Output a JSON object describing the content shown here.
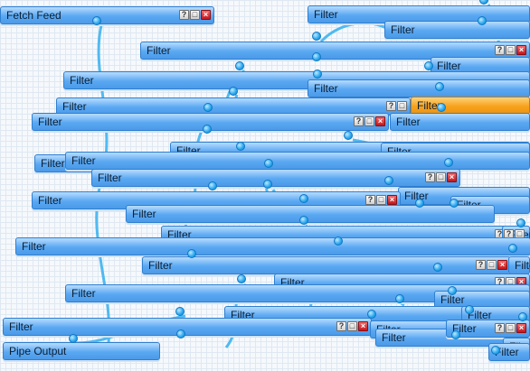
{
  "modules": [
    {
      "id": "fetch-feed",
      "title": "Fetch Feed",
      "controls": [
        "?",
        "□",
        "×"
      ],
      "selected": false
    },
    {
      "id": "filter-01",
      "title": "Filter",
      "controls": [],
      "selected": false
    },
    {
      "id": "filter-02",
      "title": "Filter",
      "controls": [],
      "selected": false
    },
    {
      "id": "filter-03",
      "title": "Filter",
      "controls": [
        "?",
        "□",
        "×"
      ],
      "selected": false
    },
    {
      "id": "filter-04",
      "title": "Filter",
      "controls": [],
      "selected": false
    },
    {
      "id": "filter-05",
      "title": "Filter",
      "controls": [],
      "selected": false
    },
    {
      "id": "filter-06",
      "title": "Filter",
      "controls": [],
      "selected": false
    },
    {
      "id": "filter-07",
      "title": "Filter",
      "controls": [
        "?",
        "□"
      ],
      "selected": false
    },
    {
      "id": "filter-08",
      "title": "Filter",
      "controls": [],
      "selected": true
    },
    {
      "id": "filter-09",
      "title": "Filter",
      "controls": [
        "?",
        "□",
        "×"
      ],
      "selected": false
    },
    {
      "id": "filter-10",
      "title": "Filter",
      "controls": [],
      "selected": false
    },
    {
      "id": "filter-11",
      "title": "Filter",
      "controls": [],
      "selected": false
    },
    {
      "id": "filter-12",
      "title": "Filter",
      "controls": [],
      "selected": false
    },
    {
      "id": "filter-13",
      "title": "Filter",
      "controls": [],
      "selected": false
    },
    {
      "id": "filter-14",
      "title": "Filter",
      "controls": [],
      "selected": false
    },
    {
      "id": "filter-15",
      "title": "Filter",
      "controls": [
        "?",
        "□",
        "×"
      ],
      "selected": false
    },
    {
      "id": "filter-16",
      "title": "Filter",
      "controls": [],
      "selected": false
    },
    {
      "id": "filter-17",
      "title": "Filter",
      "controls": [],
      "selected": false
    },
    {
      "id": "filter-18",
      "title": "Filter",
      "controls": [
        "?",
        "□",
        "×"
      ],
      "selected": false
    },
    {
      "id": "filter-19",
      "title": "Filter",
      "controls": [],
      "selected": false
    },
    {
      "id": "filter-20",
      "title": "Filter",
      "controls": [
        "?",
        "□",
        "×"
      ],
      "selected": false
    },
    {
      "id": "filter-21",
      "title": "Filter",
      "controls": [
        "?",
        "□",
        "×"
      ],
      "selected": false
    },
    {
      "id": "filter-22",
      "title": "Filter",
      "controls": [],
      "selected": false
    },
    {
      "id": "filter-23",
      "title": "Filter",
      "controls": [
        "?",
        "□",
        "×"
      ],
      "selected": false
    },
    {
      "id": "filter-24",
      "title": "Filter",
      "controls": [],
      "selected": false
    },
    {
      "id": "filter-25",
      "title": "Filter",
      "controls": [
        "?",
        "□",
        "×"
      ],
      "selected": false
    },
    {
      "id": "filter-26",
      "title": "Filter",
      "controls": [],
      "selected": false
    },
    {
      "id": "filter-27",
      "title": "Filter",
      "controls": [],
      "selected": false
    },
    {
      "id": "filter-28",
      "title": "Filter",
      "controls": [],
      "selected": false
    },
    {
      "id": "filter-29",
      "title": "Filter",
      "controls": [],
      "selected": false
    },
    {
      "id": "filter-30",
      "title": "Filter",
      "controls": [
        "?",
        "□",
        "×"
      ],
      "selected": false
    },
    {
      "id": "filter-31",
      "title": "Filter",
      "controls": [],
      "selected": false
    },
    {
      "id": "filter-32",
      "title": "Filter",
      "controls": [],
      "selected": false
    },
    {
      "id": "filter-33",
      "title": "Filter",
      "controls": [
        "?",
        "□",
        "×"
      ],
      "selected": false
    },
    {
      "id": "filter-34",
      "title": "Filter",
      "controls": [],
      "selected": false
    },
    {
      "id": "filter-35",
      "title": "Filter",
      "controls": [],
      "selected": false
    },
    {
      "id": "pipe-output",
      "title": "Pipe Output",
      "controls": [],
      "selected": false
    }
  ],
  "colors": {
    "module": "#5aa8f2",
    "selected": "#f7a21c",
    "wire": "#3fb4ef",
    "close": "#c4161c"
  }
}
